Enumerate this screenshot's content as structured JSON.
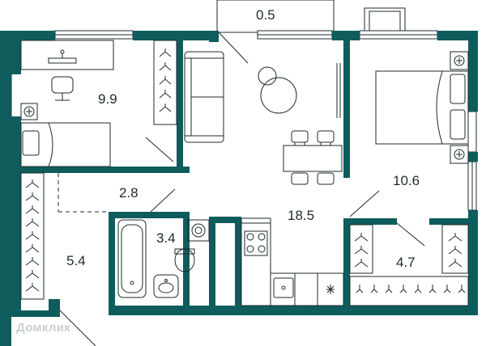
{
  "colors": {
    "wall": "#0f5c5c",
    "line": "#1f2a2d",
    "background": "#ffffff",
    "watermark": "#c9cfd0"
  },
  "rooms": {
    "bedroom_small": {
      "area": "9.9"
    },
    "balcony": {
      "area": "0.5"
    },
    "living_kitchen": {
      "area": "18.5"
    },
    "bedroom_large": {
      "area": "10.6"
    },
    "corridor": {
      "area": "2.8"
    },
    "bathroom": {
      "area": "3.4"
    },
    "hallway": {
      "area": "5.4"
    },
    "wardrobe": {
      "area": "4.7"
    }
  },
  "watermark": {
    "text": "Домклик"
  }
}
